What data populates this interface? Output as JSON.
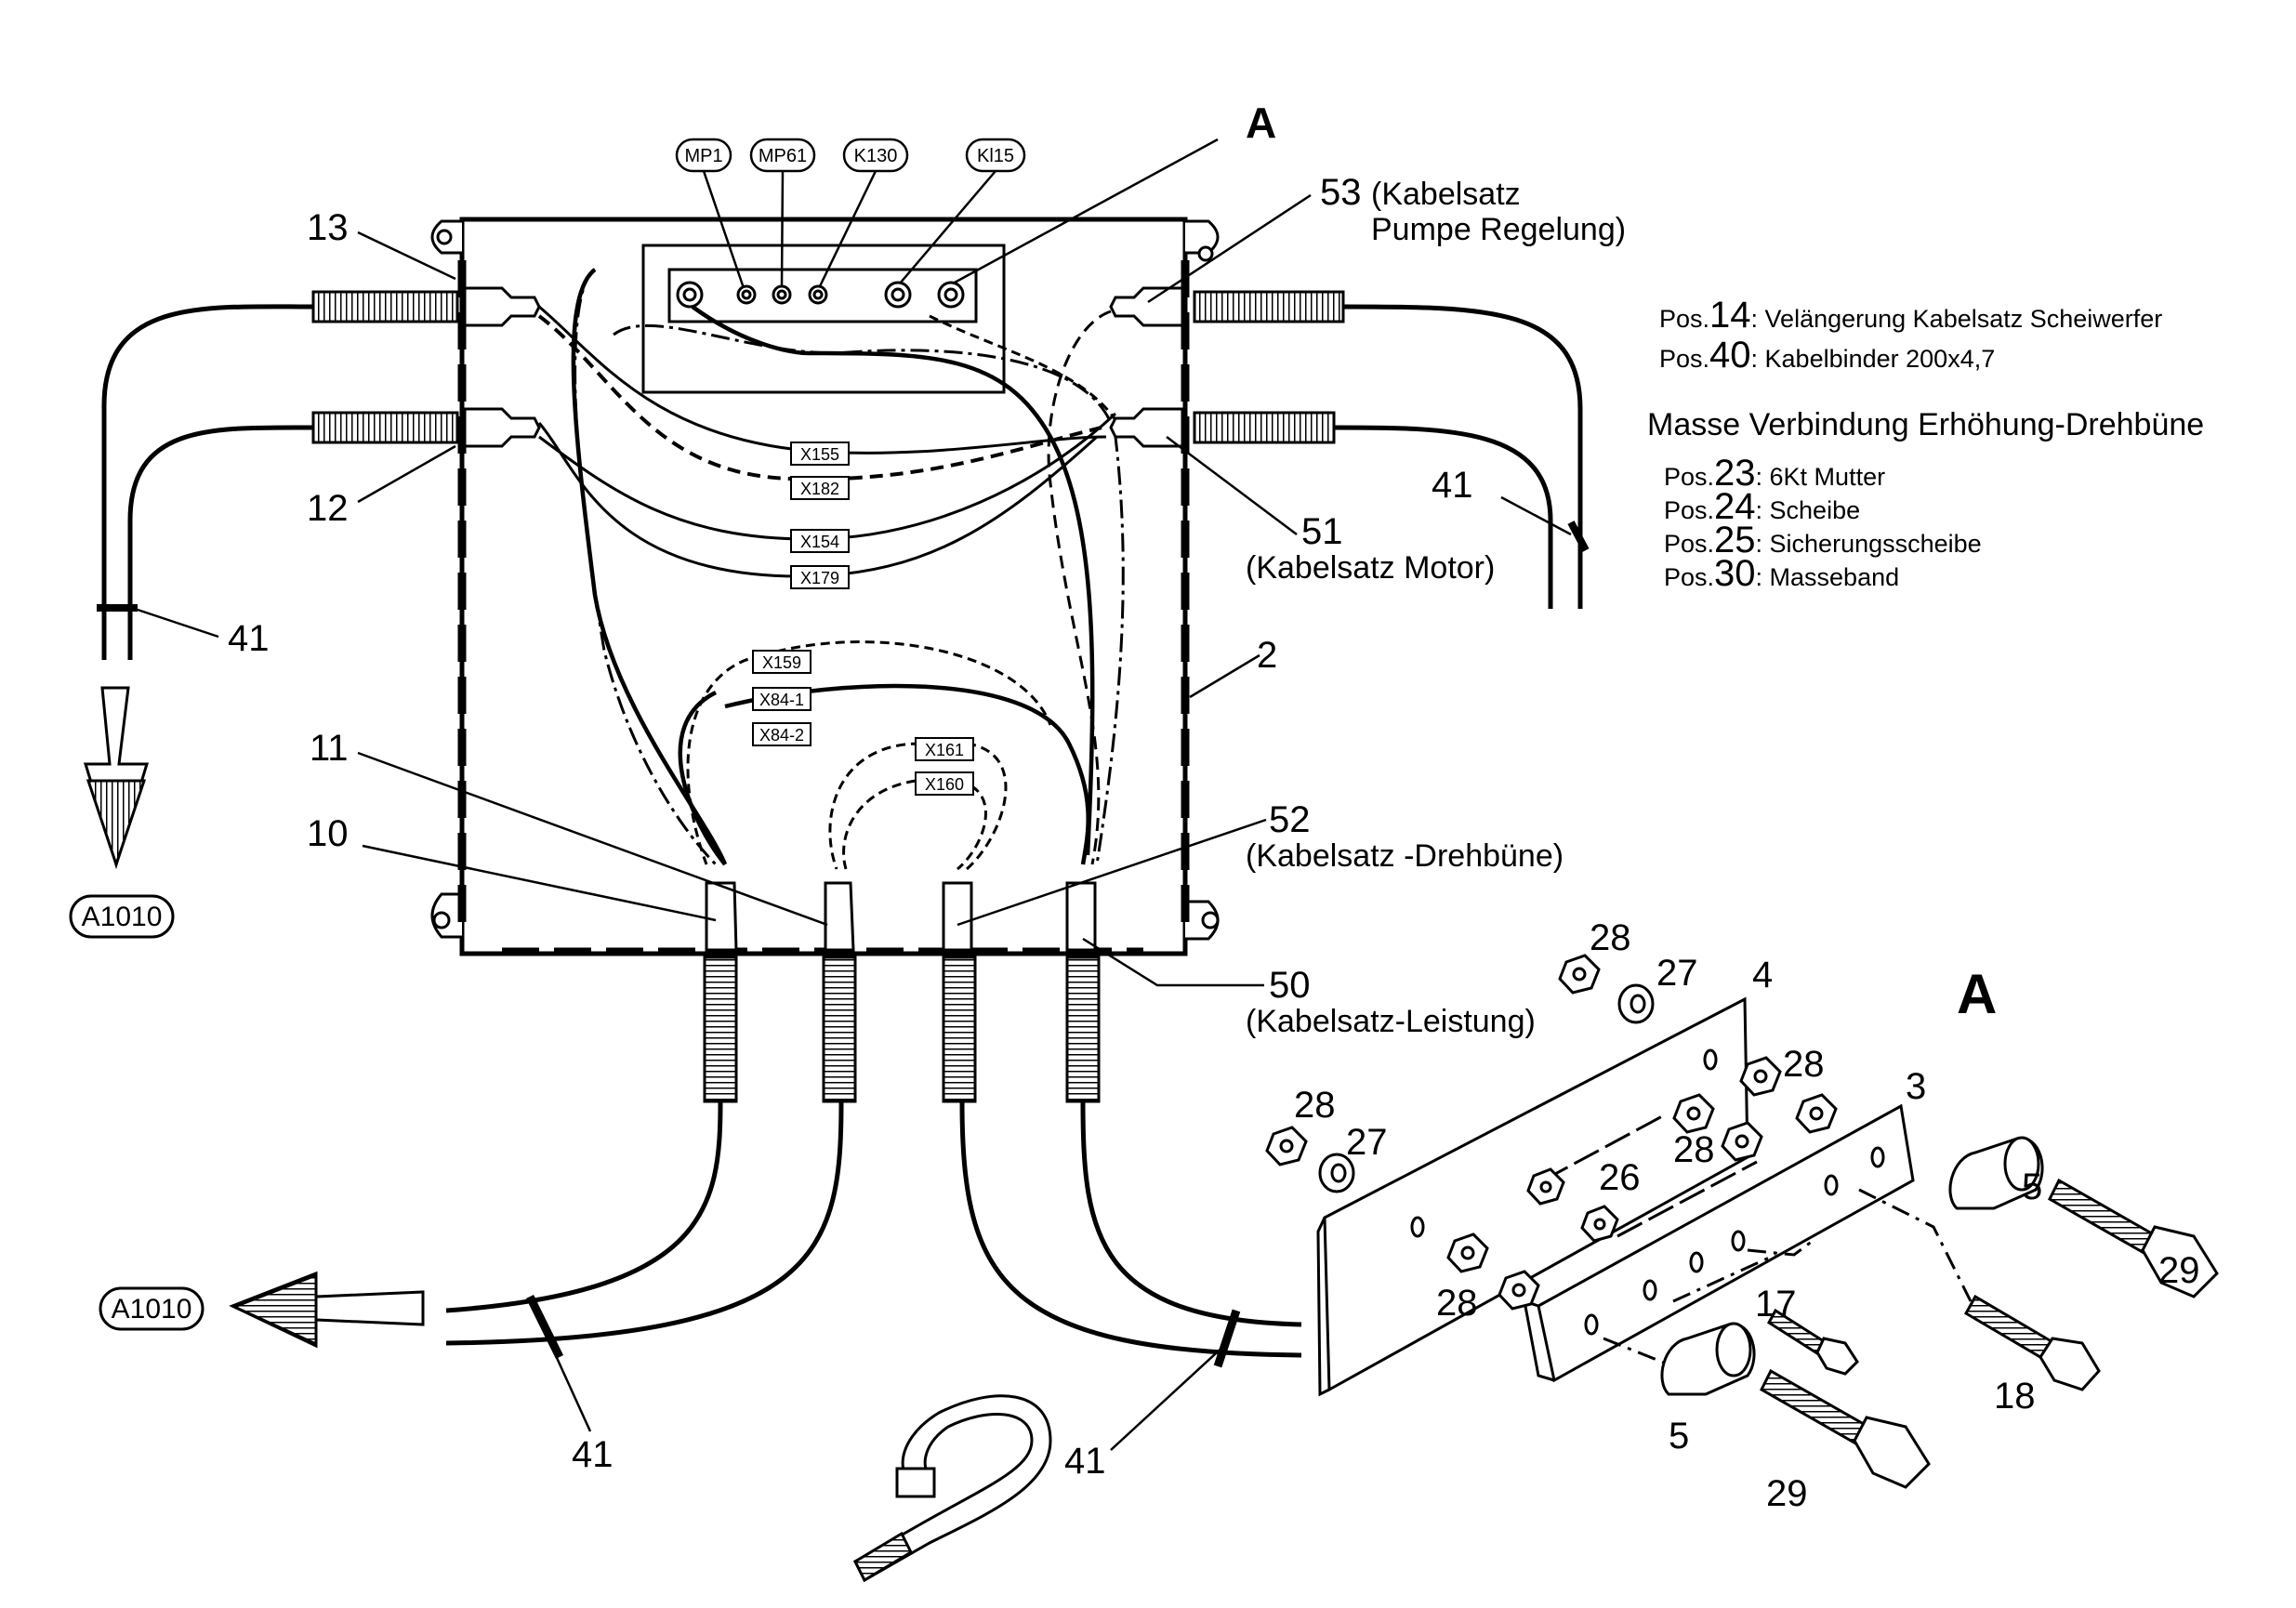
{
  "section_letter": "A",
  "section_heading": "A",
  "terminals": [
    "MP1",
    "MP61",
    "K130",
    "Kl15"
  ],
  "connectors": [
    "X155",
    "X182",
    "X154",
    "X179",
    "X159",
    "X84-1",
    "X84-2",
    "X161",
    "X160"
  ],
  "ref_bottom_left": "A1010",
  "ref_left": "A1010",
  "callouts": {
    "n2": "2",
    "n3": "3",
    "n4": "4",
    "n5a": "5",
    "n5b": "5",
    "n10": "10",
    "n11": "11",
    "n12": "12",
    "n13": "13",
    "n17": "17",
    "n18": "18",
    "n26": "26",
    "n27a": "27",
    "n27b": "27",
    "n28a": "28",
    "n28b": "28",
    "n28c": "28",
    "n28d": "28",
    "n28e": "28",
    "n29a": "29",
    "n29b": "29",
    "n41a": "41",
    "n41b": "41",
    "n41c": "41",
    "n41d": "41",
    "n50": "50",
    "n51": "51",
    "n52": "52",
    "n53": "53"
  },
  "callout_text": {
    "t53a": "(Kabelsatz",
    "t53b": "Pumpe Regelung)",
    "t51": "(Kabelsatz Motor)",
    "t52": "(Kabelsatz -Drehbüne)",
    "t50": "(Kabelsatz-Leistung)"
  },
  "legend": {
    "rows": [
      {
        "pre": "Pos.",
        "num": "14",
        "text": ": Velängerung Kabelsatz Scheiwerfer"
      },
      {
        "pre": "Pos.",
        "num": "40",
        "text": ": Kabelbinder 200x4,7"
      }
    ],
    "title": "Masse Verbindung Erhöhung-Drehbüne",
    "rows2": [
      {
        "pre": "Pos.",
        "num": "23",
        "text": ": 6Kt Mutter"
      },
      {
        "pre": "Pos.",
        "num": "24",
        "text": ": Scheibe"
      },
      {
        "pre": "Pos.",
        "num": "25",
        "text": ": Sicherungsscheibe"
      },
      {
        "pre": "Pos.",
        "num": "30",
        "text": ": Masseband"
      }
    ]
  }
}
